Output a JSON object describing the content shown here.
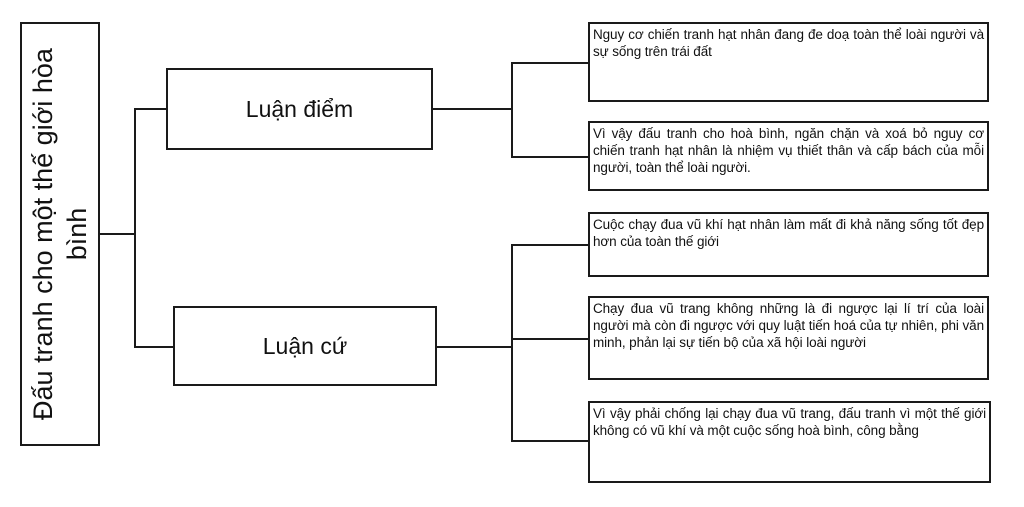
{
  "root": {
    "label": "Đấu tranh cho một thế giới hòa bình"
  },
  "branches": [
    {
      "label": "Luận điểm",
      "children": [
        "Nguy cơ chiến tranh hạt nhân đang đe doạ toàn thể loài người và sự sống trên trái đất",
        "Vì vậy đấu tranh cho hoà bình, ngăn chặn và xoá bỏ nguy cơ chiến tranh hạt nhân là nhiệm vụ thiết thân và cấp bách của mỗi người, toàn thể loài người."
      ]
    },
    {
      "label": "Luận cứ",
      "children": [
        "Cuộc chạy đua vũ khí hạt nhân làm mất đi khả năng sống tốt đẹp hơn của toàn thế giới",
        "Chạy đua vũ trang không những là đi ngược lại lí trí của loài người mà còn đi ngược với quy luật tiến hoá của tự nhiên, phi văn minh, phản lại sự tiến bộ của xã hội loài người",
        "Vì vậy phải chống lại chạy đua vũ trang, đấu tranh vì một thế giới không có vũ khí và một cuộc sống hoà bình, công bằng"
      ]
    }
  ],
  "colors": {
    "line": "#1a1a1a",
    "background": "#ffffff"
  }
}
